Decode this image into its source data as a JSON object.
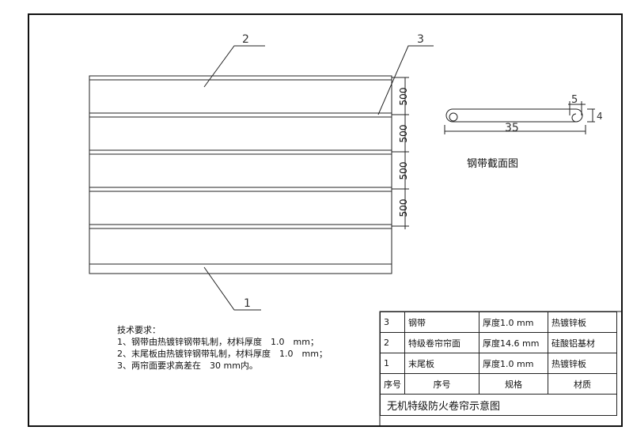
{
  "drawing": {
    "callouts": [
      "2",
      "3",
      "1"
    ],
    "panel_dims": [
      "500",
      "500",
      "500",
      "500"
    ],
    "section": {
      "dim_width": "35",
      "dim_hook": "5",
      "dim_height": "4",
      "label": "钢带截面图"
    }
  },
  "tech_requirements": {
    "heading": "技术要求：",
    "items": [
      "1、钢带由热镀锌钢带轧制，材料厚度　1.0　mm；",
      "2、末尾板由热镀锌钢带轧制，材料厚度　1.0　mm；",
      "3、两帘面要求高差在　30 mm内。"
    ]
  },
  "bom": {
    "rows": [
      {
        "no": "3",
        "name": "钢带",
        "spec": "厚度1.0 mm",
        "material": "热镀锌板"
      },
      {
        "no": "2",
        "name": "特级卷帘帘面",
        "spec": "厚度14.6 mm",
        "material": "硅酸铝基材"
      },
      {
        "no": "1",
        "name": "末尾板",
        "spec": "厚度1.0 mm",
        "material": "热镀锌板"
      }
    ],
    "header": {
      "no": "序号",
      "name": "序号",
      "spec": "规格",
      "material": "材质"
    },
    "title": "无机特级防火卷帘示意图"
  }
}
